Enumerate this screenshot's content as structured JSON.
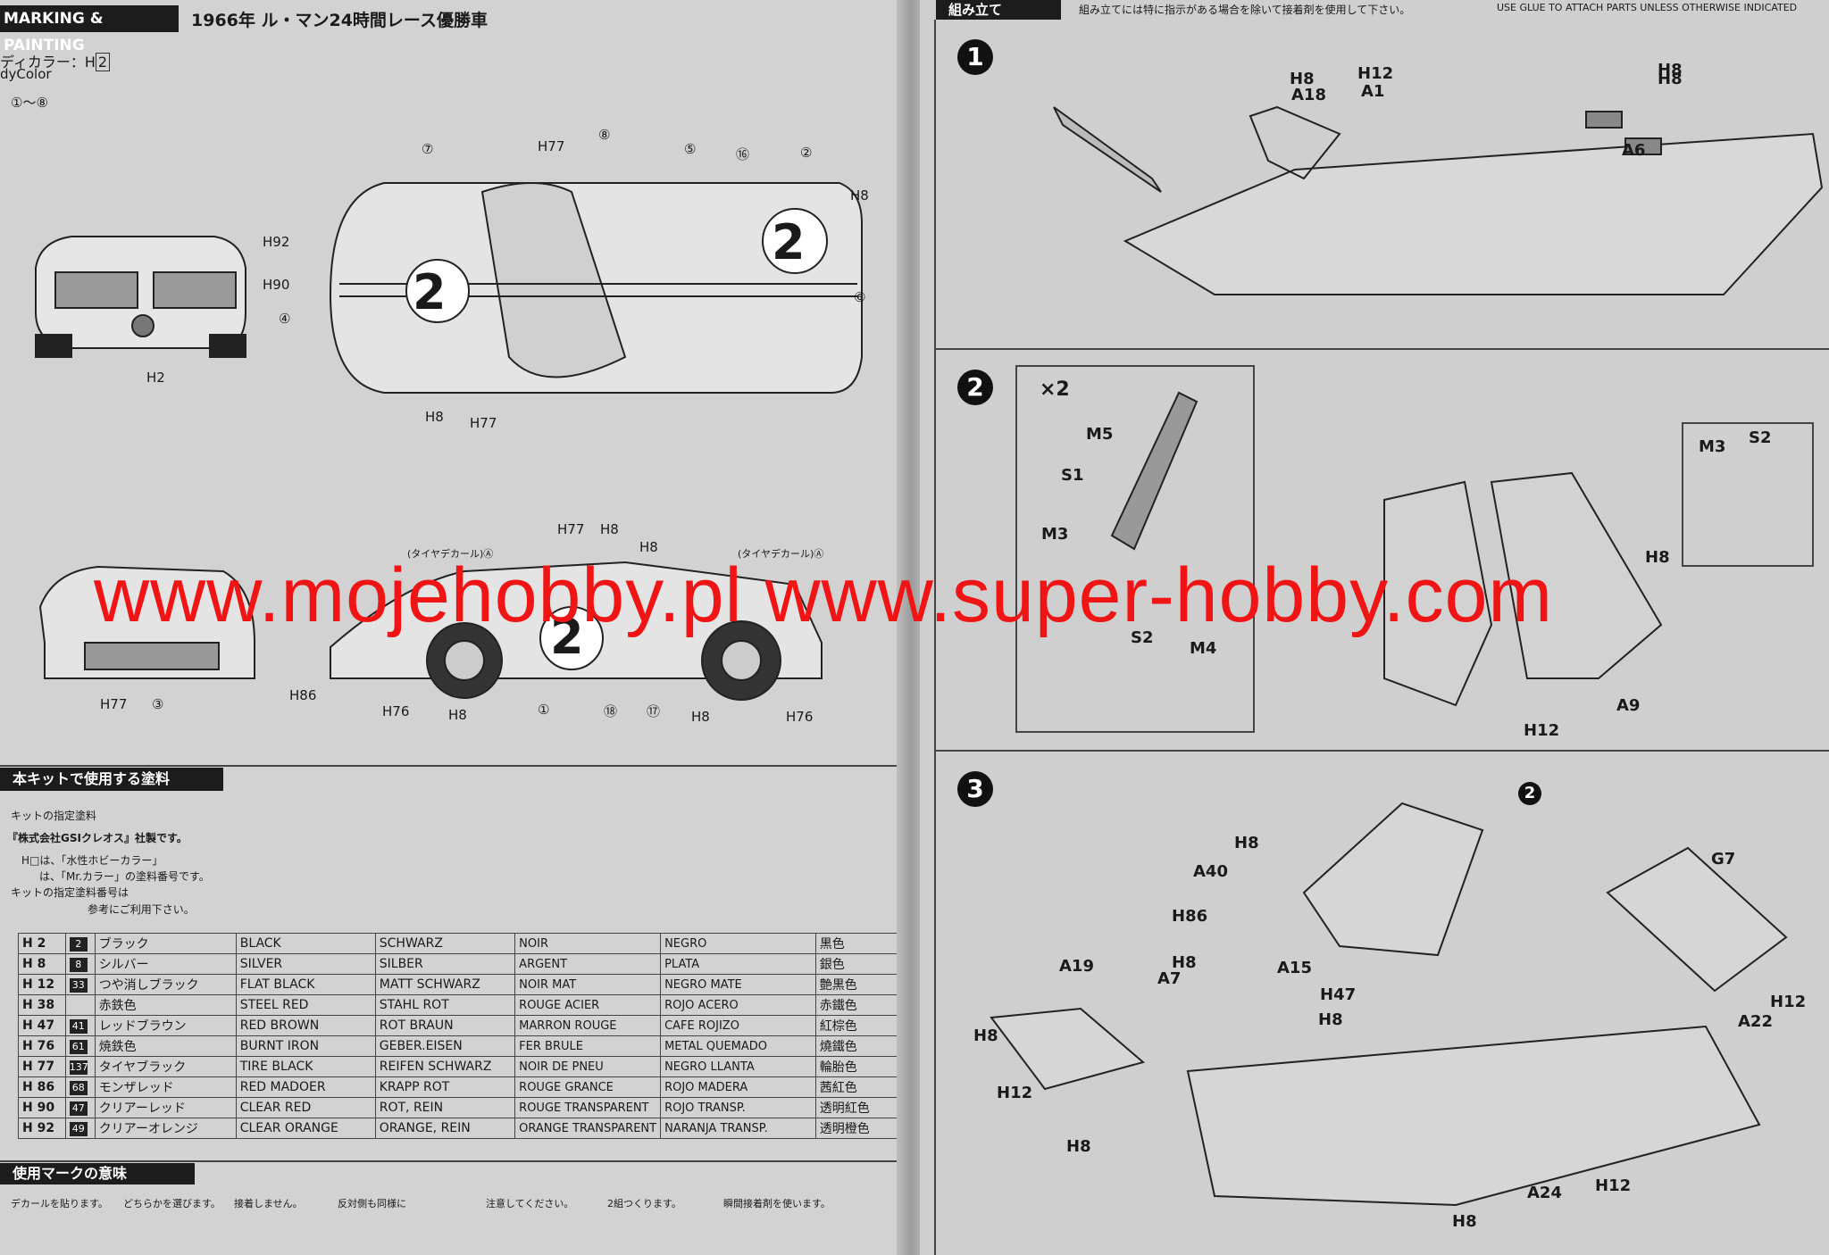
{
  "left": {
    "section_title": "MARKING & PAINTING",
    "race_title": "1966年 ル・マン24時間レース優勝車",
    "body_color_label": "ディカラー：H",
    "body_color_code": "2",
    "body_color_en": "dyColor",
    "decal_range": "①～⑧",
    "callouts_top": [
      "H92",
      "H90",
      "H2",
      "H77",
      "H8",
      "H8",
      "H77",
      "⑦",
      "⑧",
      "⑤",
      "⑯",
      "②",
      "④",
      "⑥"
    ],
    "tire_decal": "(タイヤデカール)Ⓐ",
    "callouts_side": [
      "H77",
      "H8",
      "H8",
      "H86",
      "H76",
      "H8",
      "H76",
      "H8",
      "H77",
      "③",
      "①",
      "⑱",
      "⑰"
    ],
    "paint_section_title": "本キットで使用する塗料",
    "paint_notes": [
      "キットの指定塗料",
      "『株式会社GSIクレオス』社製です。",
      "H□は、「水性ホビーカラー」",
      "は、「Mr.カラー」の塗料番号です。",
      "キットの指定塗料番号は",
      "参考にご利用下さい。"
    ],
    "paint_rows": [
      {
        "h": "H 2",
        "mr": "2",
        "jp": "ブラック",
        "en": "BLACK",
        "de": "SCHWARZ",
        "fr": "NOIR",
        "es": "NEGRO",
        "kanji": "黒色"
      },
      {
        "h": "H 8",
        "mr": "8",
        "jp": "シルバー",
        "en": "SILVER",
        "de": "SILBER",
        "fr": "ARGENT",
        "es": "PLATA",
        "kanji": "銀色"
      },
      {
        "h": "H 12",
        "mr": "33",
        "jp": "つや消しブラック",
        "en": "FLAT BLACK",
        "de": "MATT SCHWARZ",
        "fr": "NOIR MAT",
        "es": "NEGRO MATE",
        "kanji": "艶黒色"
      },
      {
        "h": "H 38",
        "mr": "",
        "jp": "赤鉄色",
        "en": "STEEL RED",
        "de": "STAHL ROT",
        "fr": "ROUGE ACIER",
        "es": "ROJO ACERO",
        "kanji": "赤鐵色"
      },
      {
        "h": "H 47",
        "mr": "41",
        "jp": "レッドブラウン",
        "en": "RED BROWN",
        "de": "ROT BRAUN",
        "fr": "MARRON ROUGE",
        "es": "CAFE ROJIZO",
        "kanji": "紅棕色"
      },
      {
        "h": "H 76",
        "mr": "61",
        "jp": "焼鉄色",
        "en": "BURNT IRON",
        "de": "GEBER.EISEN",
        "fr": "FER BRULE",
        "es": "METAL QUEMADO",
        "kanji": "燒鐵色"
      },
      {
        "h": "H 77",
        "mr": "137",
        "jp": "タイヤブラック",
        "en": "TIRE BLACK",
        "de": "REIFEN SCHWARZ",
        "fr": "NOIR DE PNEU",
        "es": "NEGRO LLANTA",
        "kanji": "輪胎色"
      },
      {
        "h": "H 86",
        "mr": "68",
        "jp": "モンザレッド",
        "en": "RED MADOER",
        "de": "KRAPP ROT",
        "fr": "ROUGE GRANCE",
        "es": "ROJO MADERA",
        "kanji": "茜紅色"
      },
      {
        "h": "H 90",
        "mr": "47",
        "jp": "クリアーレッド",
        "en": "CLEAR RED",
        "de": "ROT, REIN",
        "fr": "ROUGE TRANSPARENT",
        "es": "ROJO TRANSP.",
        "kanji": "透明紅色"
      },
      {
        "h": "H 92",
        "mr": "49",
        "jp": "クリアーオレンジ",
        "en": "CLEAR ORANGE",
        "de": "ORANGE, REIN",
        "fr": "ORANGE TRANSPARENT",
        "es": "NARANJA TRANSP.",
        "kanji": "透明橙色"
      }
    ],
    "marks_section_title": "使用マークの意味",
    "marks": [
      "デカールを貼ります。",
      "どちらかを選びます。",
      "接着しません。",
      "反対側も同様に",
      "注意してください。",
      "2組つくります。",
      "瞬間接着剤を使います。"
    ]
  },
  "right": {
    "section_title": "組み立て",
    "warning_jp": "組み立てには特に指示がある場合を除いて接着剤を使用して下さい。",
    "warning_en": "USE GLUE TO ATTACH PARTS UNLESS OTHERWISE INDICATED",
    "step1": {
      "num": "1",
      "labels": [
        "H8",
        "A6",
        "H8",
        "A18",
        "H12",
        "A1",
        "H8"
      ]
    },
    "step2": {
      "num": "2",
      "times": "×2",
      "labels": [
        "M5",
        "S1",
        "M3",
        "S2",
        "M4",
        "M3",
        "S2",
        "H8",
        "A9",
        "H12"
      ]
    },
    "step3": {
      "num": "3",
      "sub": "2",
      "labels": [
        "H8",
        "A40",
        "H86",
        "H8",
        "A7",
        "A15",
        "H47",
        "H8",
        "A19",
        "H8",
        "H12",
        "H8",
        "G7",
        "H12",
        "A22",
        "A24",
        "H12",
        "H8"
      ]
    }
  },
  "watermark": "www.mojehobby.pl www.super-hobby.com"
}
